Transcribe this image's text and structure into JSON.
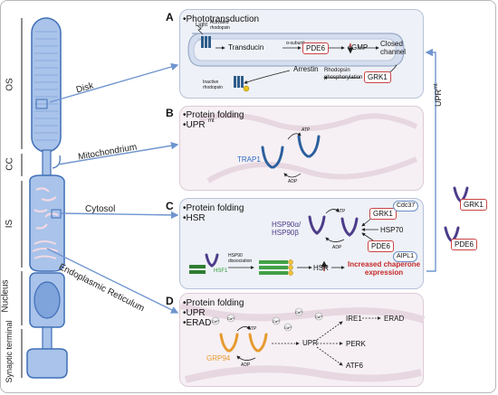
{
  "cell": {
    "regions": [
      "OS",
      "CC",
      "IS",
      "Nucleus",
      "Synaptic terminal"
    ],
    "organelles": [
      "Disk",
      "Mitochondrium",
      "Cytosol",
      "Endoplasmic Reticulum"
    ]
  },
  "panelA": {
    "label": "A",
    "title": "•Phototransduction",
    "light": "Light",
    "activated": "Activated\nrhodopsin",
    "transducin": "Transducin",
    "alpha": "α-subunit",
    "pde6": "PDE6",
    "cgmp": "cGMP",
    "closed": "Closed\nchannel",
    "arrestin": "Arrestin",
    "rhod_phos": "Rhodopsin\nphosphorylation",
    "grk1": "GRK1",
    "inactive": "Inactive\nrhodopsin"
  },
  "panelB": {
    "label": "B",
    "title": "•Protein folding\n•UPR",
    "title_sup": "mt",
    "trap1": "TRAP1",
    "atp": "ATP",
    "adp": "ADP"
  },
  "panelC": {
    "label": "C",
    "title": "•Protein folding\n•HSR",
    "atp": "ATP",
    "adp": "ADP",
    "hsp90": "HSP90α/\nHSP90β",
    "grk1": "GRK1",
    "cdc37": "Cdc37",
    "hsp70": "HSP70",
    "pde6": "PDE6",
    "aipl1": "AIPL1",
    "hsf1": "HSF1",
    "hsp90_diss": "HSP90\ndissociation",
    "hsr": "HSR",
    "increased": "Increased chaperone\nexpression"
  },
  "panelD": {
    "label": "D",
    "title": "•Protein folding\n•UPR\n•ERAD",
    "grp94": "GRP94",
    "atp": "ATP",
    "adp": "ADP",
    "ca": "Ca²⁺",
    "upr": "UPR",
    "ire1": "IRE1",
    "erad": "ERAD",
    "perk": "PERK",
    "atf6": "ATF6"
  },
  "right": {
    "upr_mt": "UPR",
    "upr_mt_sup": "mt",
    "pde6": "PDE6",
    "grk1": "GRK1"
  },
  "colors": {
    "cell_fill": "#a9c3ea",
    "cell_stroke": "#3f6fb6",
    "arrow": "#6f95cf",
    "accent_red": "#c62828",
    "trap_blue": "#3a7ad1",
    "hsf1_green": "#4caf50",
    "grp94_orange": "#e6a03a",
    "hsp_purple": "#6b4fa0"
  }
}
